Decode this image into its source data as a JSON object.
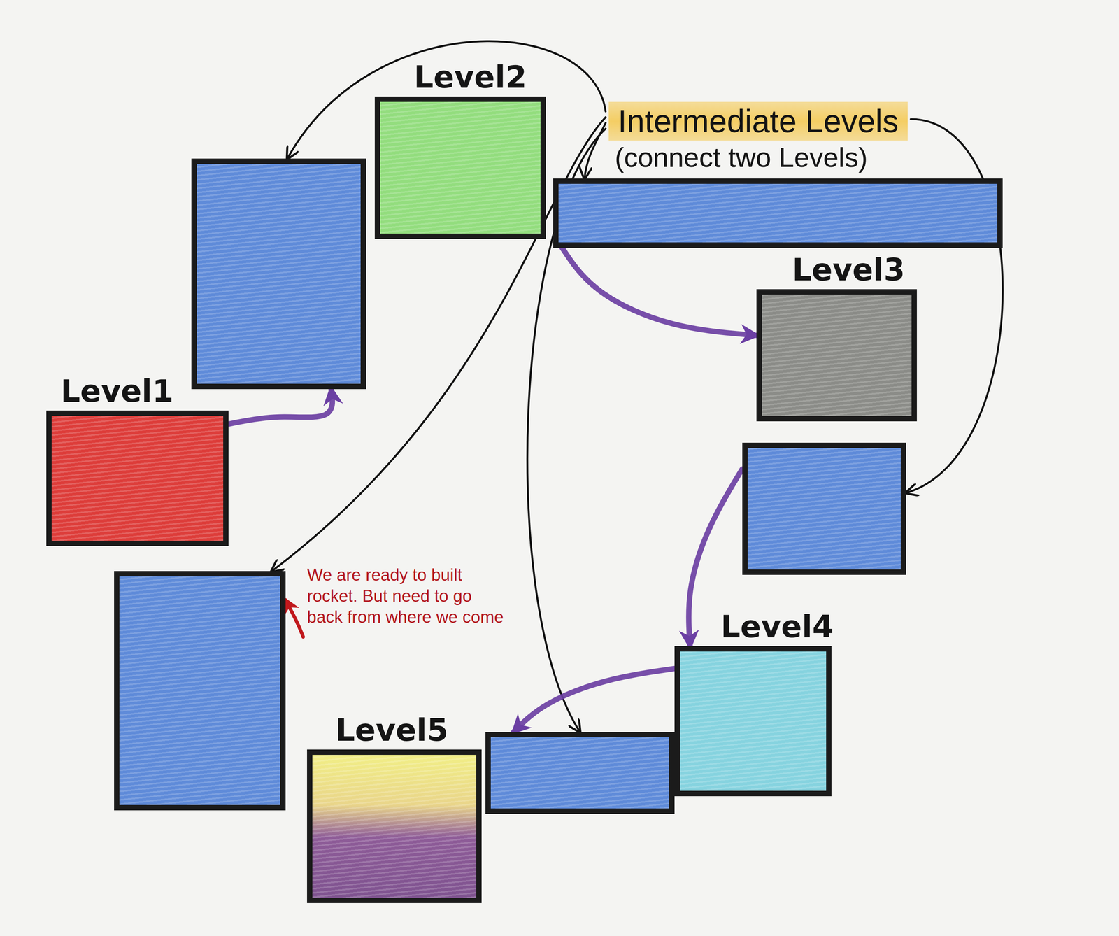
{
  "diagram": {
    "nodes": [
      {
        "text": [
          "Level2"
        ]
      },
      {
        "text": []
      },
      {
        "text": []
      },
      {
        "text": [
          "Level3"
        ]
      },
      {
        "text": [
          "Level1"
        ]
      },
      {
        "text": []
      },
      {
        "text": []
      },
      {
        "text": [
          "Level4"
        ]
      },
      {
        "text": []
      },
      {
        "text": [
          "Level5"
        ]
      }
    ],
    "edges": [
      {
        "from": 4,
        "to": 1,
        "arrow": "to"
      },
      {
        "from": 2,
        "to": 3,
        "arrow": "to"
      },
      {
        "from": 5,
        "to": 7,
        "arrow": "to"
      },
      {
        "from": 7,
        "to": 8,
        "arrow": "to"
      }
    ],
    "labels": [
      "Intermediate Levels",
      "(connect two Levels)",
      "We are ready to built rocket. But need to go back from where we come"
    ]
  }
}
